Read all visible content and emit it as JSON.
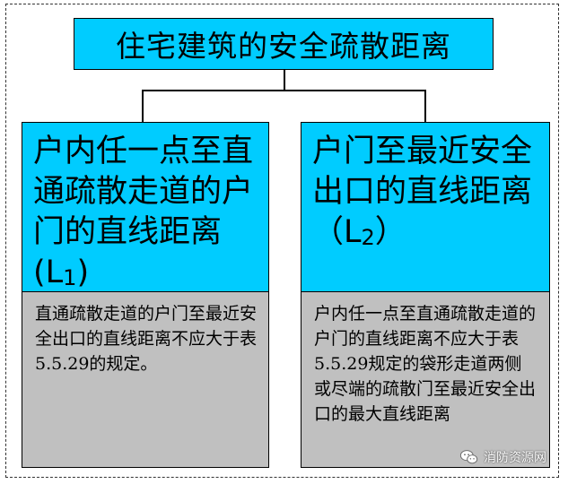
{
  "title": "住宅建筑的安全疏散距离",
  "left": {
    "head_text": "户内任一点至直通疏散走道的户门的直线距离(L",
    "head_sub": "1",
    "head_close": ")",
    "body": "直通疏散走道的户门至最近安全出口的直线距离不应大于表5.5.29的规定。"
  },
  "right": {
    "head_text": "户门至最近安全出口的直线距离（L",
    "head_sub": "2",
    "head_close": "）",
    "body": "户内任一点至直通疏散走道的户门的直线距离不应大于表5.5.29规定的袋形走道两侧或尽端的疏散门至最近安全出口的最大直线距离"
  },
  "watermark": {
    "icon": "wechat-icon",
    "text": "消防资源网"
  }
}
